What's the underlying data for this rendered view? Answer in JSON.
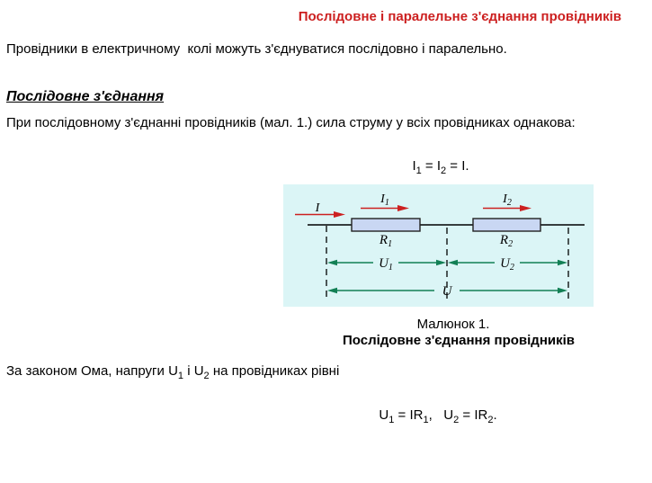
{
  "title": {
    "text": "Послідовне і паралельне з'єднання провідників",
    "color": "#cc1f1f"
  },
  "intro_paragraph": "Провідники в електричному  колі можуть з'єднуватися послідовно і паралельно.",
  "section": {
    "heading": "Послідовне з'єднання",
    "lead": "При послідовному з'єднанні провідників (мал. 1.) сила струму у всіх провідниках однакова:"
  },
  "formula_current": {
    "p1": "I",
    "s1": "1",
    "p2": " = I",
    "s2": "2",
    "p3": " = I."
  },
  "figure": {
    "caption_number": "Малюнок 1.",
    "caption_title": "Послідовне з'єднання провідників",
    "colors": {
      "background": "#dbf5f6",
      "wire": "#000000",
      "resistor_fill": "#c9d7f3",
      "resistor_border": "#222222",
      "current_arrow": "#cc2020",
      "voltage_arrow": "#128055"
    },
    "labels": {
      "current_total": "I",
      "current1": {
        "main": "I",
        "sub": "1"
      },
      "current2": {
        "main": "I",
        "sub": "2"
      },
      "resistor1": {
        "main": "R",
        "sub": "1"
      },
      "resistor2": {
        "main": "R",
        "sub": "2"
      },
      "voltage1": {
        "main": "U",
        "sub": "1"
      },
      "voltage2": {
        "main": "U",
        "sub": "2"
      },
      "voltage_total": "U"
    }
  },
  "ohm_paragraph": {
    "p1": "За законом Ома, напруги U",
    "s1": "1",
    "p2": " і U",
    "s2": "2",
    "p3": " на провідниках рівні"
  },
  "formula_voltage": {
    "p1": "U",
    "s1": "1",
    "p2": " = IR",
    "s2": "1",
    "p3": ",   U",
    "s3": "2",
    "p4": " = IR",
    "s4": "2",
    "p5": "."
  }
}
